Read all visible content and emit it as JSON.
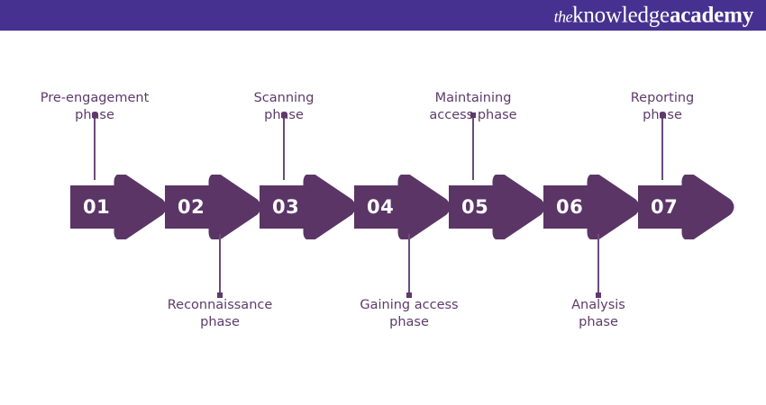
{
  "header": {
    "background_color": "#473190",
    "logo": {
      "name": "theknowledgeacademy-logo",
      "the": "the",
      "knowledge": "knowledge",
      "academy": "academy"
    }
  },
  "colors": {
    "header_purple": "#473190",
    "arrow_purple": "#5A3566",
    "label_purple": "#5D3A6B",
    "connector_purple": "#6B4B7A",
    "page_background": "#FFFFFF"
  },
  "diagram": {
    "type": "process-flow-arrows",
    "orientation": "horizontal",
    "step_count": 7,
    "steps": [
      {
        "number": "01",
        "label": "Pre-engagement\nphase",
        "label_line_1": "Pre-engagement",
        "label_line_2": "phase",
        "label_position": "above"
      },
      {
        "number": "02",
        "label": "Reconnaissance\nphase",
        "label_line_1": "Reconnaissance",
        "label_line_2": "phase",
        "label_position": "below"
      },
      {
        "number": "03",
        "label": "Scanning\nphase",
        "label_line_1": "Scanning",
        "label_line_2": "phase",
        "label_position": "above"
      },
      {
        "number": "04",
        "label": "Gaining access\nphase",
        "label_line_1": "Gaining access",
        "label_line_2": "phase",
        "label_position": "below"
      },
      {
        "number": "05",
        "label": "Maintaining\naccess phase",
        "label_line_1": "Maintaining",
        "label_line_2": "access phase",
        "label_position": "above"
      },
      {
        "number": "06",
        "label": "Analysis\nphase",
        "label_line_1": "Analysis",
        "label_line_2": "phase",
        "label_position": "below"
      },
      {
        "number": "07",
        "label": "Reporting\nphase",
        "label_line_1": "Reporting",
        "label_line_2": "phase",
        "label_position": "above"
      }
    ]
  }
}
